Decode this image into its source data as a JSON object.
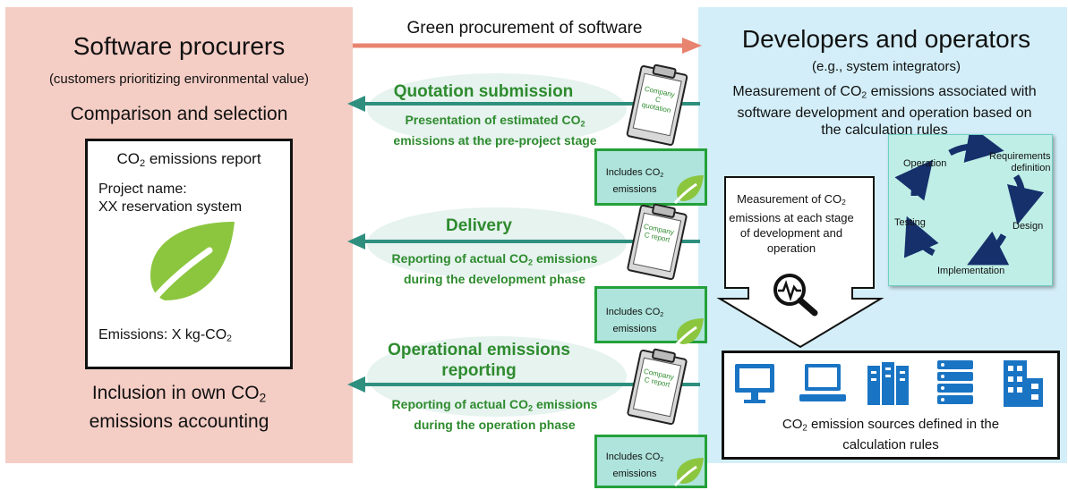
{
  "procurers": {
    "title": "Software procurers",
    "subtitle": "(customers prioritizing environmental value)",
    "comparison": "Comparison and selection",
    "inclusion_line1": "Inclusion in own CO",
    "inclusion_sub": "2",
    "inclusion_line2": "emissions accounting",
    "report": {
      "title_pre": "CO",
      "title_sub": "2",
      "title_post": " emissions report",
      "project_label": "Project name:",
      "project_value": "XX reservation system",
      "emissions_pre": "Emissions: X kg-CO",
      "emissions_sub": "2"
    }
  },
  "procurement_label": "Green procurement of software",
  "developers": {
    "title": "Developers and operators",
    "subtitle": "(e.g., system integrators)",
    "measure_pre": "Measurement of CO",
    "measure_sub": "2",
    "measure_post": " emissions associated with",
    "measure_line2": "software development and operation based on",
    "measure_line3": "the calculation rules",
    "callout_line1_pre": "Measurement of CO",
    "callout_line1_sub": "2",
    "callout_line2": "emissions at each stage",
    "callout_line3": "of development and",
    "callout_line4": "operation",
    "cycle": {
      "operation": "Operation",
      "requirements_1": "Requirements",
      "requirements_2": "definition",
      "design": "Design",
      "implementation": "Implementation",
      "testing": "Testing"
    },
    "sources_pre": "CO",
    "sources_sub": "2",
    "sources_post": " emission sources defined in the",
    "sources_line2": "calculation rules"
  },
  "flows": [
    {
      "title": "Quotation submission",
      "sub1_pre": "Presentation of estimated CO",
      "sub1_sub": "2",
      "sub2": "emissions at the pre-project stage",
      "doc_label": "Company C quotation",
      "tab_pre": "Includes CO",
      "tab_sub": "2",
      "tab_post": "emissions"
    },
    {
      "title": "Delivery",
      "sub1_pre": "Reporting of actual CO",
      "sub1_sub": "2",
      "sub1_post": " emissions",
      "sub2": "during the development phase",
      "doc_label": "Company C report",
      "tab_pre": "Includes CO",
      "tab_sub": "2",
      "tab_post": "emissions"
    },
    {
      "title_line1": "Operational emissions",
      "title_line2": "reporting",
      "sub1_pre": "Reporting of actual CO",
      "sub1_sub": "2",
      "sub1_post": " emissions",
      "sub2": "during the operation phase",
      "doc_label": "Company C report",
      "tab_pre": "Includes CO",
      "tab_sub": "2",
      "tab_post": "emissions"
    }
  ],
  "colors": {
    "procurer_bg": "#f4cdc5",
    "developer_bg": "#d3eef8",
    "accent_green": "#2e8b2e",
    "arrow_teal": "#2f8f7f",
    "arrow_red": "#e8836f",
    "cycle_arrow": "#15306b",
    "icon_blue": "#1a74c4",
    "leaf_green": "#8cc63f"
  }
}
